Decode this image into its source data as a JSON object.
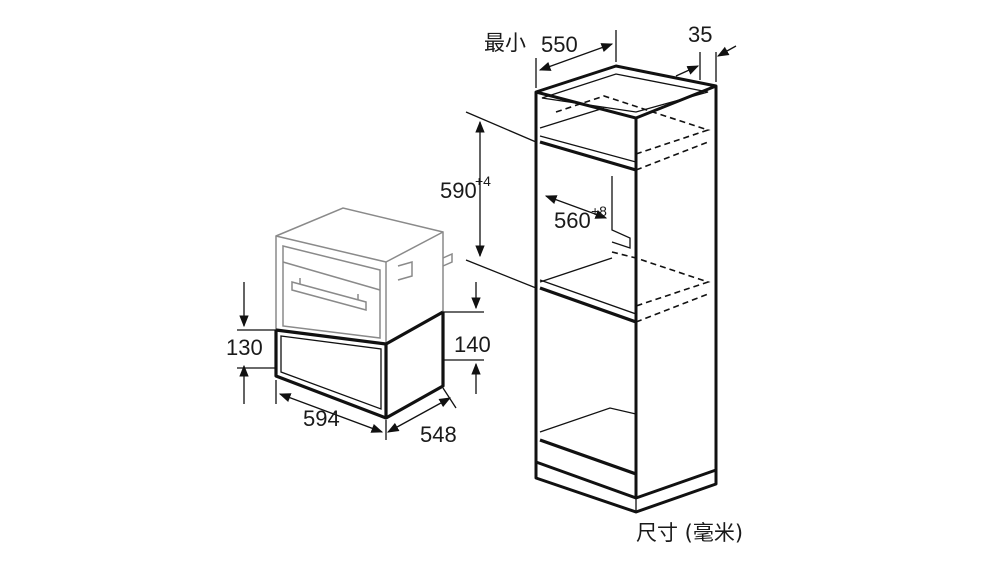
{
  "diagram": {
    "drawer_height_front": "130",
    "drawer_height_side": "140",
    "drawer_width": "594",
    "drawer_depth": "548",
    "cabinet_min_label": "最小",
    "cabinet_depth": "550",
    "cabinet_side_gap": "35",
    "niche_height": "590",
    "niche_height_tol": "+4",
    "niche_width": "560",
    "niche_width_tol": "+8",
    "units_label": "尺寸 (毫米)"
  },
  "colors": {
    "line": "#111111",
    "ghost": "#8a8a8a",
    "background": "#ffffff"
  }
}
